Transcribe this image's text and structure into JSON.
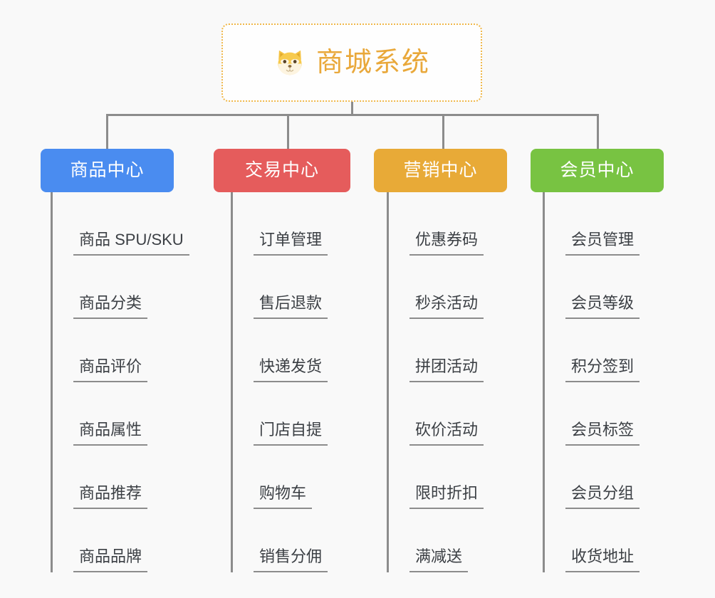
{
  "canvas": {
    "background": "#f9f9f9",
    "line_color": "#8c8c8c",
    "leaf_text_color": "#3b3f44"
  },
  "root": {
    "title": "商城系统",
    "icon": "shiba-dog-icon",
    "text_color": "#e9a83a",
    "border_color": "#f0b84a",
    "background": "#fefefe"
  },
  "branches": [
    {
      "label": "商品中心",
      "color": "#4a8cf0",
      "items": [
        "商品 SPU/SKU",
        "商品分类",
        "商品评价",
        "商品属性",
        "商品推荐",
        "商品品牌"
      ]
    },
    {
      "label": "交易中心",
      "color": "#e55c5c",
      "items": [
        "订单管理",
        "售后退款",
        "快递发货",
        "门店自提",
        "购物车",
        "销售分佣"
      ]
    },
    {
      "label": "营销中心",
      "color": "#e8aa37",
      "items": [
        "优惠券码",
        "秒杀活动",
        "拼团活动",
        "砍价活动",
        "限时折扣",
        "满减送"
      ]
    },
    {
      "label": "会员中心",
      "color": "#78c342",
      "items": [
        "会员管理",
        "会员等级",
        "积分签到",
        "会员标签",
        "会员分组",
        "收货地址"
      ]
    }
  ]
}
